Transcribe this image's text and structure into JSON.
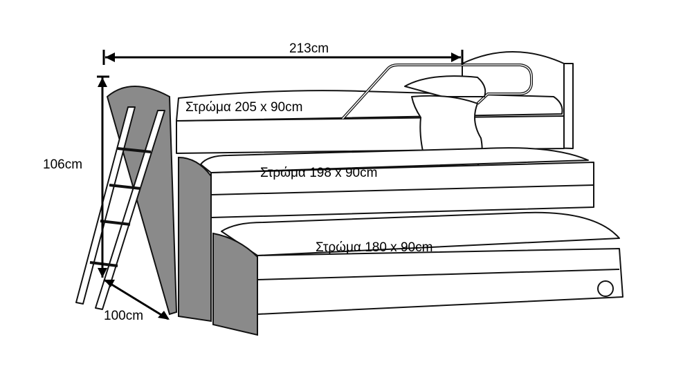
{
  "dimensions": {
    "length": "213cm",
    "height": "106cm",
    "depth": "100cm"
  },
  "mattresses": [
    {
      "label": "Στρώμα 205 x 90cm"
    },
    {
      "label": "Στρώμα 198 x 90cm"
    },
    {
      "label": "Στρώμα 180 x 90cm"
    }
  ],
  "colors": {
    "panel": "#8a8a8a",
    "line": "#111111"
  }
}
